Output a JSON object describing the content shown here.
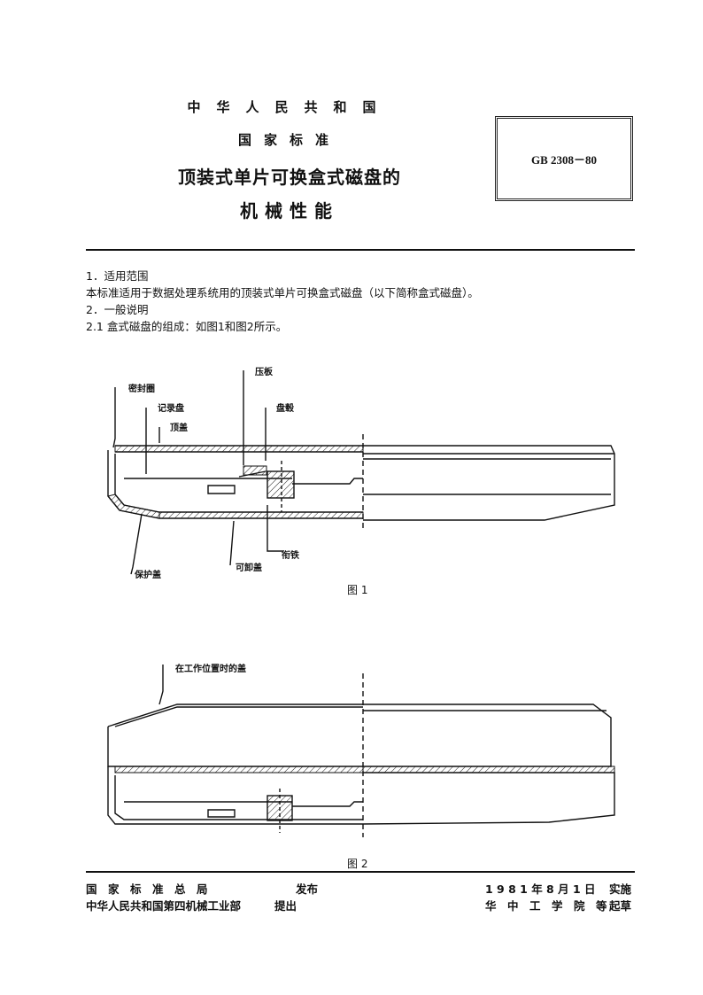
{
  "header": {
    "line1": "中华人民共和国",
    "line2": "国家标准",
    "title_line1": "顶装式单片可换盒式磁盘的",
    "title_line2": "机械性能",
    "standard_no": "GB 2308－80"
  },
  "body": {
    "s1_heading": "1．适用范围",
    "s1_text": "本标准适用于数据处理系统用的顶装式单片可换盒式磁盘（以下简称盒式磁盘）。",
    "s2_heading": "2．一般说明",
    "s2_1_text": "2.1  盒式磁盘的组成：如图1和图2所示。"
  },
  "figure1": {
    "labels": {
      "seal_ring": "密封圈",
      "record_disk": "记录盘",
      "top_cover": "顶盖",
      "pressure_plate": "压板",
      "disk_hub": "盘毂",
      "armature": "衔铁",
      "protective_cover": "保护盖",
      "removable_cover": "可卸盖"
    },
    "caption": "图  1"
  },
  "figure2": {
    "labels": {
      "working_cover": "在工作位置时的盖"
    },
    "caption": "图  2"
  },
  "footer": {
    "left_line1_a": "国　家　标　准　总　局",
    "left_line1_b": "发布",
    "left_line2_a": "中华人民共和国第四机械工业部",
    "left_line2_b": "提出",
    "right_line1_a": "1 9 8 1 年 8 月 1 日",
    "right_line1_b": "实施",
    "right_line2_a": "华　中　工　学　院　等",
    "right_line2_b": "起草"
  }
}
